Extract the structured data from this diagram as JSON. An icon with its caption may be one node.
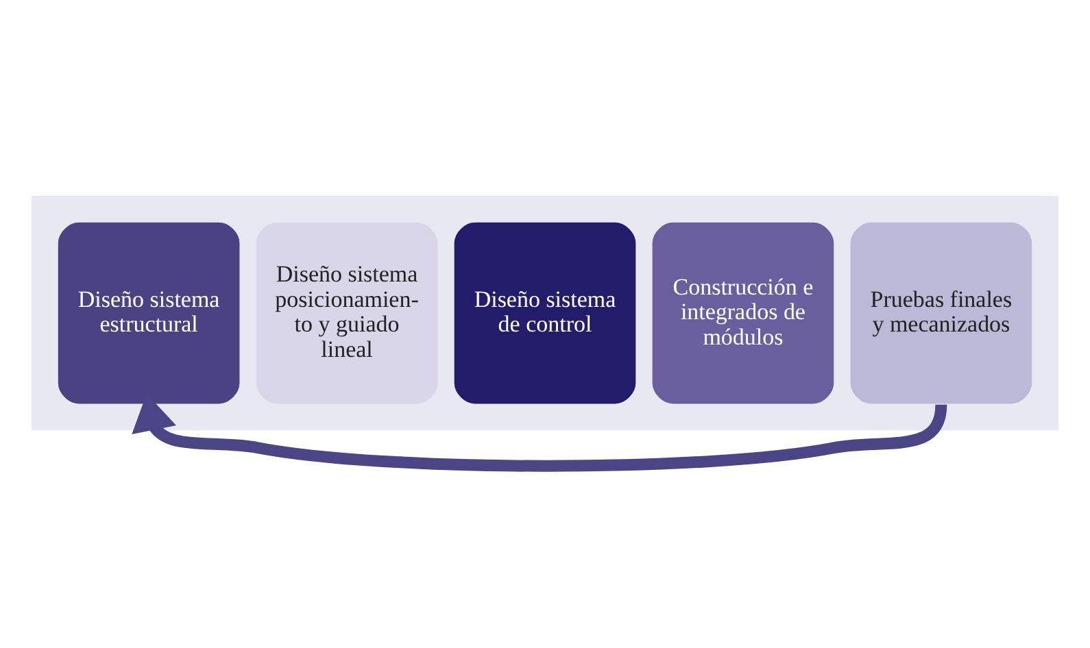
{
  "diagram": {
    "nodes": [
      {
        "text": [],
        "shape": "arrow"
      },
      {
        "text": [
          "Diseño sistema estructural"
        ],
        "in": 0
      },
      {
        "text": [
          "Diseño sistema posicionamien- to y guiado lineal"
        ],
        "in": 0
      },
      {
        "text": [
          "Diseño sistema de control"
        ],
        "in": 0
      },
      {
        "text": [
          "Construcción e integrados de módulos"
        ],
        "in": 0
      },
      {
        "text": [
          "Pruebas finales y mecanizados"
        ],
        "in": 0
      }
    ],
    "edges": [
      {
        "from": 5,
        "to": 1,
        "arrow": "to",
        "color": "#4a4585"
      }
    ]
  }
}
